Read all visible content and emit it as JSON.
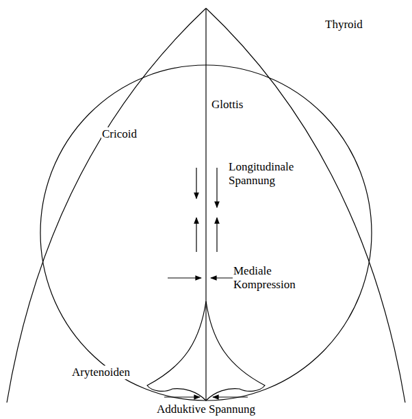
{
  "diagram": {
    "labels": [
      "Thyroid",
      "Glottis",
      "Cricoid",
      "Longitudinale Spannung",
      "Mediale Kompression",
      "Arytenoiden",
      "Adduktive Spannung"
    ]
  }
}
